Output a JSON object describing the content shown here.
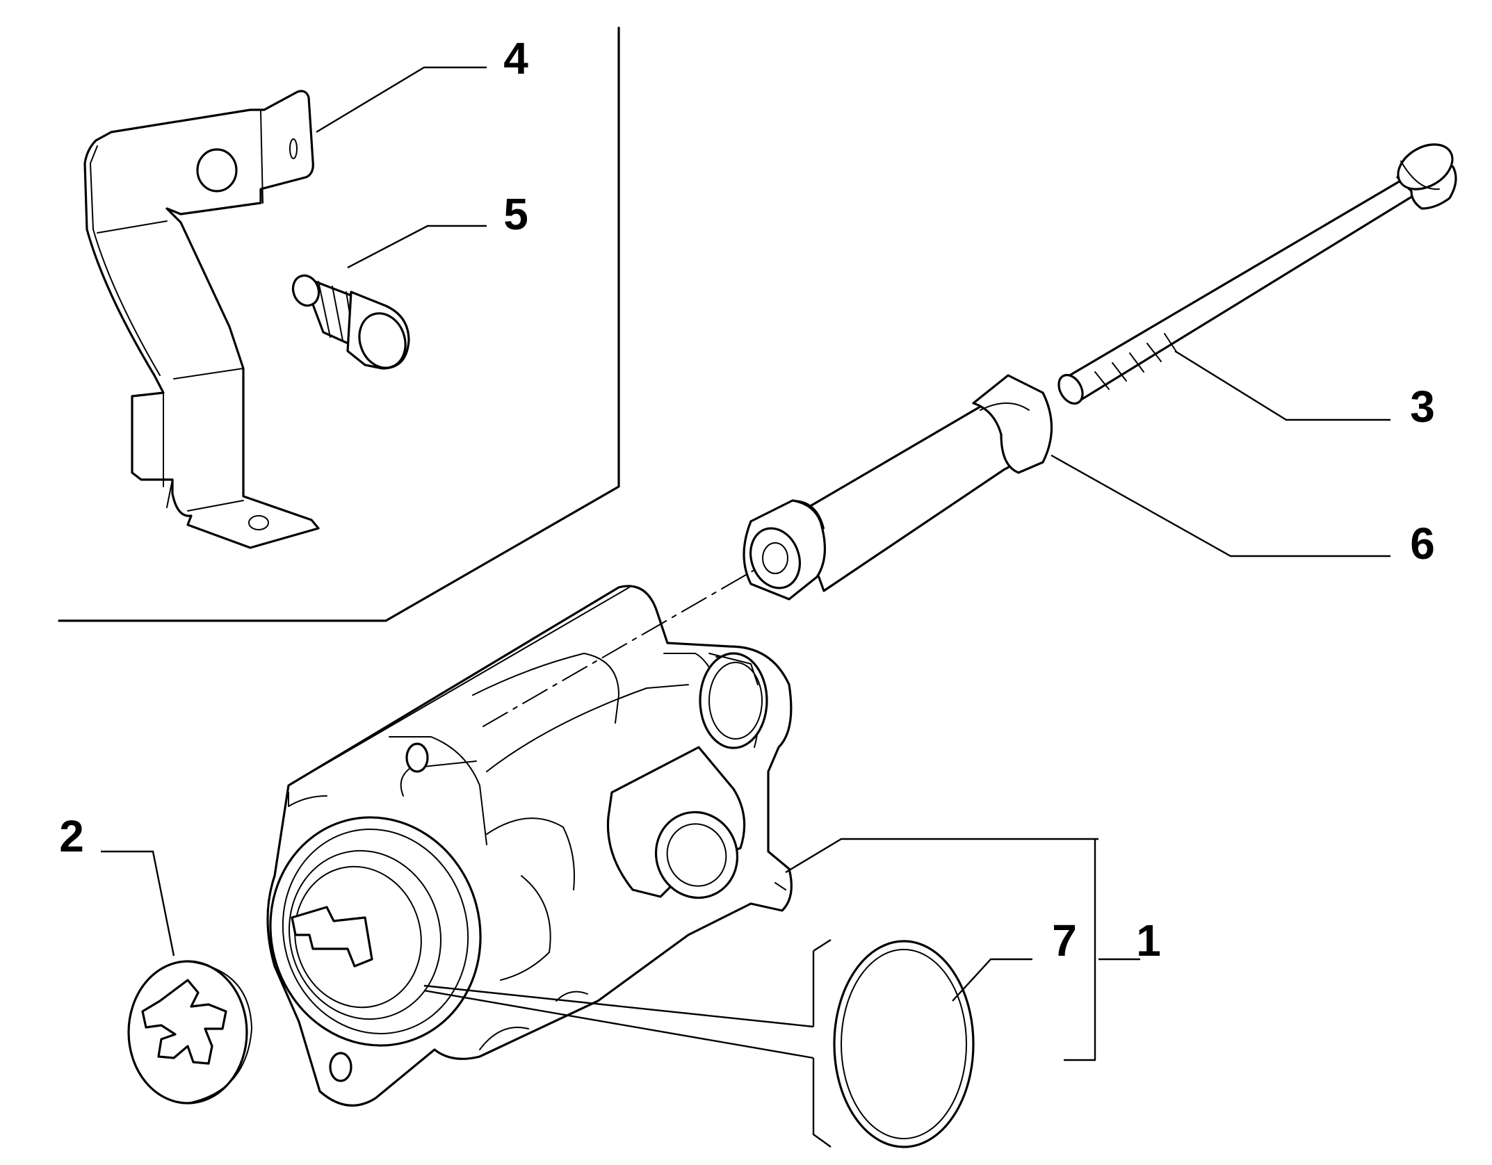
{
  "diagram": {
    "background": "#ffffff",
    "line_color": "#000000",
    "callouts": [
      {
        "id": "4",
        "label": "4"
      },
      {
        "id": "5",
        "label": "5"
      },
      {
        "id": "3",
        "label": "3"
      },
      {
        "id": "6",
        "label": "6"
      },
      {
        "id": "2",
        "label": "2"
      },
      {
        "id": "7",
        "label": "7"
      },
      {
        "id": "1",
        "label": "1"
      }
    ],
    "parts": [
      {
        "callout": "1",
        "icon": "pump-body-icon"
      },
      {
        "callout": "2",
        "icon": "pulley-cap-icon"
      },
      {
        "callout": "3",
        "icon": "long-bolt-icon"
      },
      {
        "callout": "4",
        "icon": "bracket-icon"
      },
      {
        "callout": "5",
        "icon": "short-bolt-icon"
      },
      {
        "callout": "6",
        "icon": "spacer-sleeve-icon"
      },
      {
        "callout": "7",
        "icon": "o-ring-icon"
      }
    ]
  }
}
